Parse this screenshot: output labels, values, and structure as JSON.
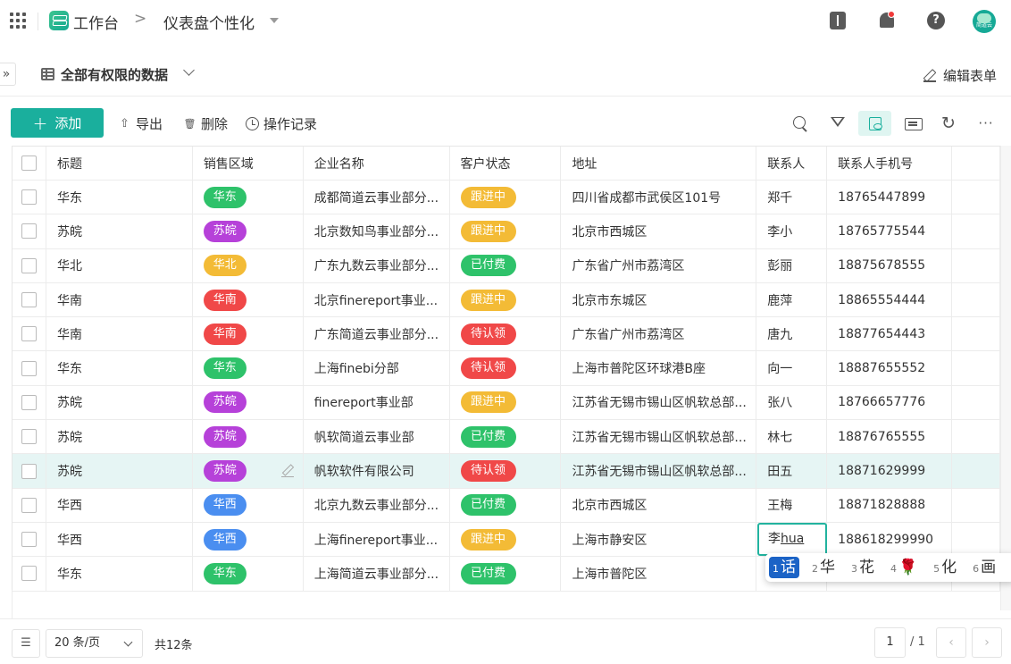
{
  "topbar": {
    "breadcrumb_root": "工作台",
    "breadcrumb_sep": ">",
    "breadcrumb_current": "仪表盘个性化",
    "help_label": "?",
    "avatar_text": "简道云"
  },
  "subbar": {
    "expand_label": "»",
    "view_title": "全部有权限的数据",
    "edit_form_label": "编辑表单"
  },
  "toolbar": {
    "add_plus": "+",
    "add_label": "添加",
    "export_icon": "⇧",
    "export_label": "导出",
    "delete_icon": "🗑",
    "delete_label": "删除",
    "history_label": "操作记录",
    "refresh_icon": "↻",
    "more_icon": "···"
  },
  "colors": {
    "accent": "#1aaf9d",
    "region": {
      "华东": "#2ec26a",
      "苏皖": "#b641d9",
      "华北": "#f3bb36",
      "华南": "#f04848",
      "华西": "#4a8ef0"
    },
    "status": {
      "跟进中": "#f3bb36",
      "已付费": "#2ec26a",
      "待认领": "#f04848"
    }
  },
  "table": {
    "columns": [
      "标题",
      "销售区域",
      "企业名称",
      "客户状态",
      "地址",
      "联系人",
      "联系人手机号"
    ],
    "rows": [
      {
        "title": "华东",
        "region": "华东",
        "company": "成都简道云事业部分...",
        "status": "跟进中",
        "address": "四川省成都市武侯区101号",
        "contact": "郑千",
        "phone": "18765447899"
      },
      {
        "title": "苏皖",
        "region": "苏皖",
        "company": "北京数知鸟事业部分...",
        "status": "跟进中",
        "address": "北京市西城区",
        "contact": "李小",
        "phone": "18765775544"
      },
      {
        "title": "华北",
        "region": "华北",
        "company": "广东九数云事业部分...",
        "status": "已付费",
        "address": "广东省广州市荔湾区",
        "contact": "彭丽",
        "phone": "18875678555"
      },
      {
        "title": "华南",
        "region": "华南",
        "company": "北京finereport事业...",
        "status": "跟进中",
        "address": "北京市东城区",
        "contact": "鹿萍",
        "phone": "18865554444"
      },
      {
        "title": "华南",
        "region": "华南",
        "company": "广东简道云事业部分...",
        "status": "待认领",
        "address": "广东省广州市荔湾区",
        "contact": "唐九",
        "phone": "18877654443"
      },
      {
        "title": "华东",
        "region": "华东",
        "company": "上海finebi分部",
        "status": "待认领",
        "address": "上海市普陀区环球港B座",
        "contact": "向一",
        "phone": "18887655552"
      },
      {
        "title": "苏皖",
        "region": "苏皖",
        "company": "finereport事业部",
        "status": "跟进中",
        "address": "江苏省无锡市锡山区帆软总部...",
        "contact": "张八",
        "phone": "18766657776"
      },
      {
        "title": "苏皖",
        "region": "苏皖",
        "company": "帆软简道云事业部",
        "status": "已付费",
        "address": "江苏省无锡市锡山区帆软总部...",
        "contact": "林七",
        "phone": "18876765555"
      },
      {
        "title": "苏皖",
        "region": "苏皖",
        "company": "帆软软件有限公司",
        "status": "待认领",
        "address": "江苏省无锡市锡山区帆软总部...",
        "contact": "田五",
        "phone": "18871629999"
      },
      {
        "title": "华西",
        "region": "华西",
        "company": "北京九数云事业部分...",
        "status": "已付费",
        "address": "北京市西城区",
        "contact": "王梅",
        "phone": "18871828888"
      },
      {
        "title": "华西",
        "region": "华西",
        "company": "上海finereport事业...",
        "status": "跟进中",
        "address": "上海市静安区",
        "contact": "",
        "phone": "188618299990"
      },
      {
        "title": "华东",
        "region": "华东",
        "company": "上海简道云事业部分...",
        "status": "已付费",
        "address": "上海市普陀区",
        "contact": "",
        "phone": ""
      }
    ]
  },
  "editing_cell": {
    "committed": "李",
    "composing": "hua"
  },
  "ime": {
    "candidates": [
      {
        "num": "1",
        "char": "话"
      },
      {
        "num": "2",
        "char": "华"
      },
      {
        "num": "3",
        "char": "花"
      },
      {
        "num": "4",
        "char": "🌹"
      },
      {
        "num": "5",
        "char": "化"
      },
      {
        "num": "6",
        "char": "画"
      }
    ]
  },
  "footer": {
    "density_icon": "☰",
    "page_size": "20 条/页",
    "total": "共12条",
    "current_page": "1",
    "page_total": "/ 1",
    "prev": "‹",
    "next": "›"
  }
}
